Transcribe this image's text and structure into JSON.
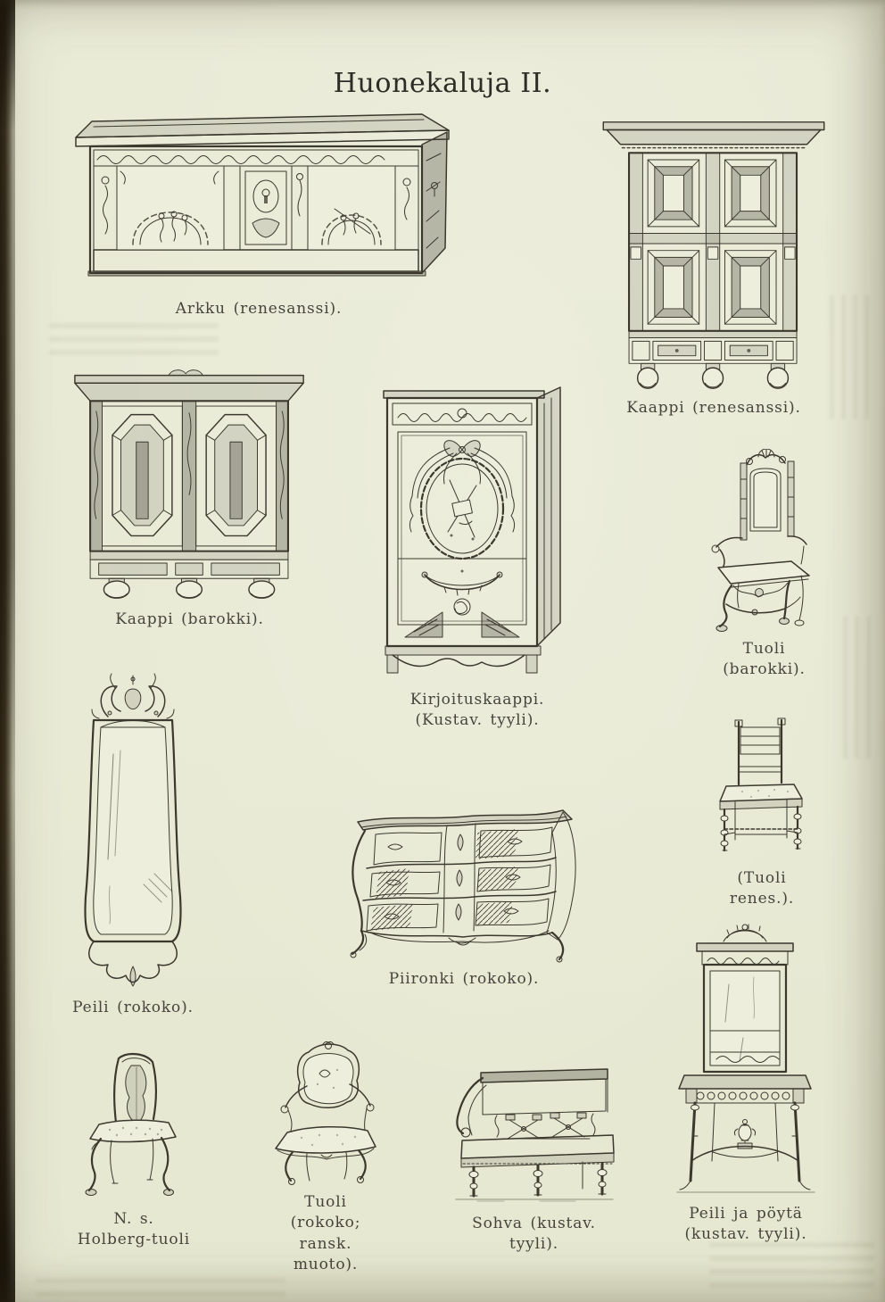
{
  "page_title": "Huonekaluja II.",
  "figures": [
    {
      "name": "arkku",
      "caption": "Arkku (renesanssi)."
    },
    {
      "name": "kaappi-renesanssi",
      "caption": "Kaappi (renesanssi)."
    },
    {
      "name": "kaappi-barokki",
      "caption": "Kaappi (barokki)."
    },
    {
      "name": "kirjoituskaappi",
      "caption": "Kirjoituskaappi.",
      "caption2": "(Kustav. tyyli)."
    },
    {
      "name": "tuoli-barokki",
      "caption": "Tuoli (barokki)."
    },
    {
      "name": "peili-rokoko",
      "caption": "Peili (rokoko)."
    },
    {
      "name": "tuoli-renessanssi",
      "caption": "(Tuoli renes.)."
    },
    {
      "name": "piironki",
      "caption": "Piironki (rokoko)."
    },
    {
      "name": "holberg-tuoli",
      "caption": "N. s. Holberg-tuoli"
    },
    {
      "name": "tuoli-rokoko",
      "caption": "Tuoli (rokoko;",
      "caption2": "ransk. muoto)."
    },
    {
      "name": "sohva",
      "caption": "Sohva (kustav. tyyli)."
    },
    {
      "name": "peili-ja-poyta",
      "caption": "Peili ja pöytä",
      "caption2": "(kustav. tyyli)."
    }
  ],
  "colors": {
    "paper": "#e9ebd7",
    "ink": "#3b392e",
    "caption_ink": "#46443c"
  }
}
